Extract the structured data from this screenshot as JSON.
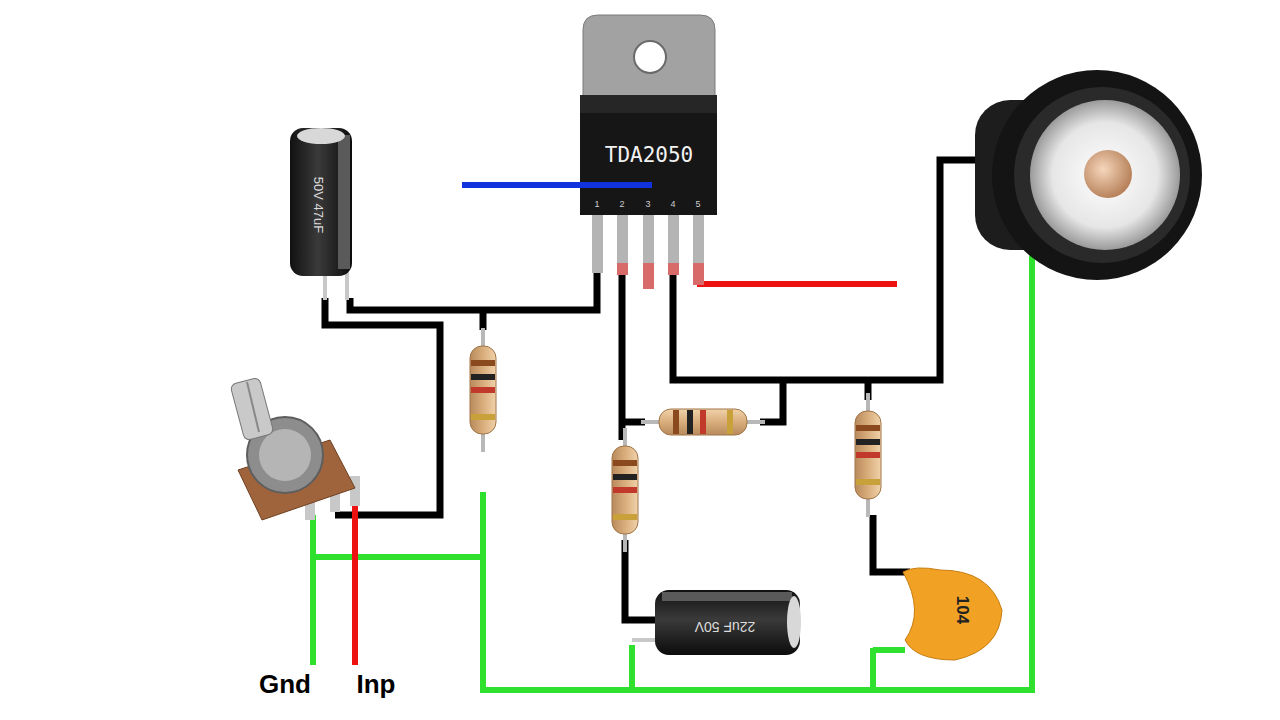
{
  "diagram": {
    "labels": [
      "TDA2050",
      "1",
      "2",
      "3",
      "4",
      "5",
      "50V 47uF",
      "22uF 50V",
      "104",
      "Gnd",
      "Inp"
    ]
  }
}
